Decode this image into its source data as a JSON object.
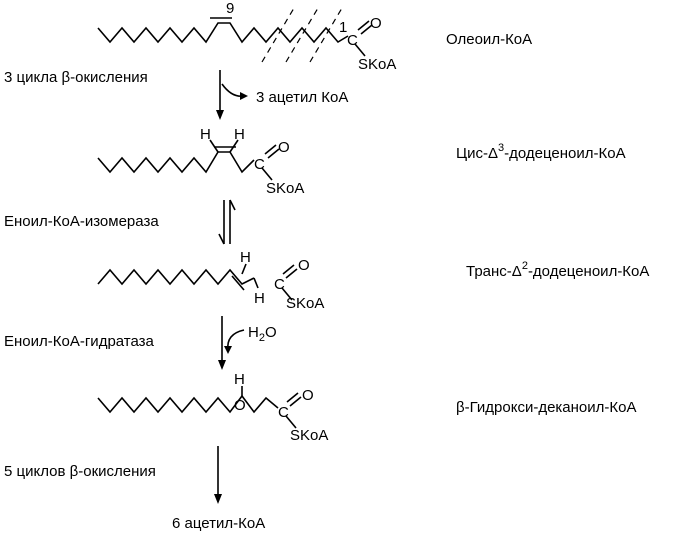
{
  "compounds": {
    "c1": {
      "name_prefix": "Олеоил-КоА",
      "name_sup": "",
      "name_suffix": ""
    },
    "c2": {
      "name_prefix": "Цис-Δ",
      "name_sup": "3",
      "name_suffix": "-додеценоил-КоА"
    },
    "c3": {
      "name_prefix": "Транс-Δ",
      "name_sup": "2",
      "name_suffix": "-додеценоил-КоА"
    },
    "c4": {
      "name_prefix": "β-Гидрокси-деканоил-КоА",
      "name_sup": "",
      "name_suffix": ""
    }
  },
  "steps": {
    "s1": {
      "label": "3 цикла β-окисления",
      "side_product": "3 ацетил КоА"
    },
    "s2": {
      "label": "Еноил-КоА-изомераза"
    },
    "s3": {
      "label": "Еноил-КоА-гидратаза",
      "reagent_main": "H",
      "reagent_sub": "2",
      "reagent_tail": "O"
    },
    "s4": {
      "label": "5 циклов β-окисления"
    }
  },
  "final_product": "6 ацетил-КоА",
  "atoms": {
    "carbon": "C",
    "oxygen": "O",
    "skoa": "SKoA",
    "hydrogen": "H",
    "hydroxyl": "O",
    "num_9": "9",
    "num_1": "1"
  }
}
